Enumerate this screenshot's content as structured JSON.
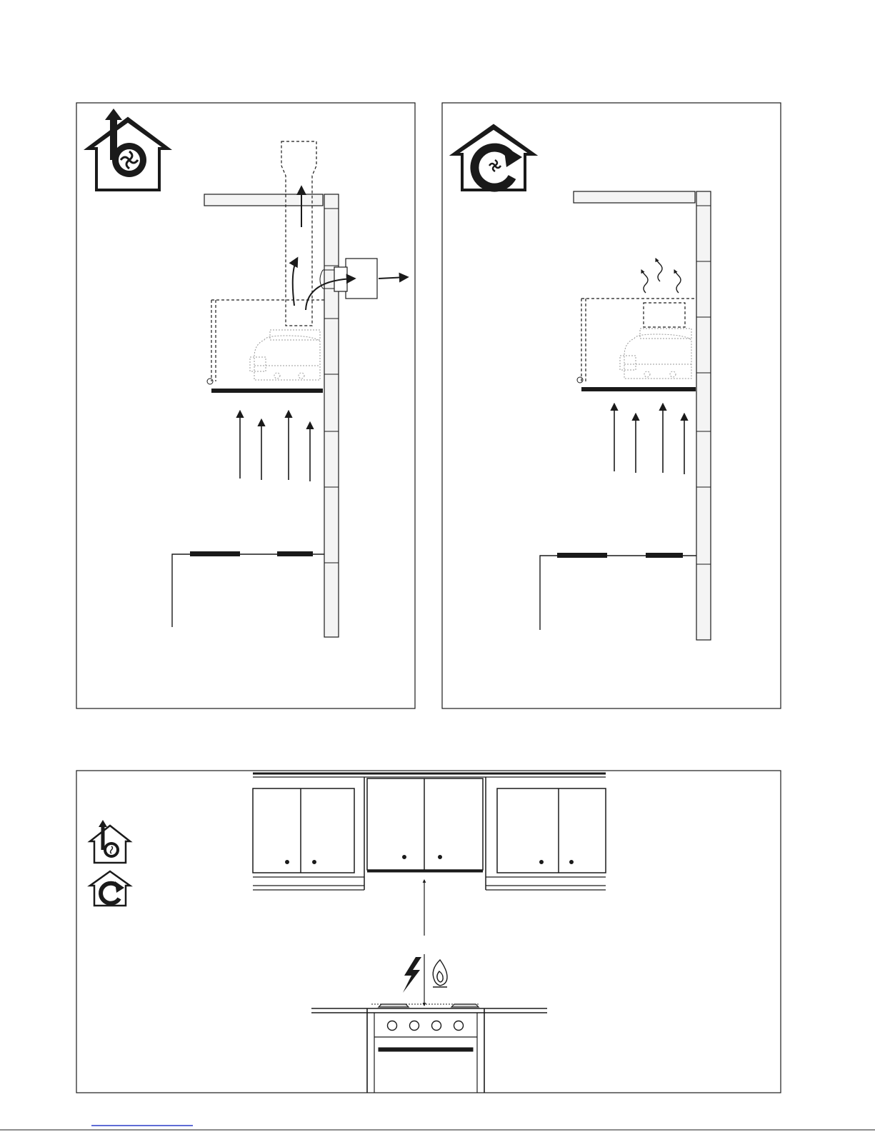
{
  "colors": {
    "stroke": "#1a1a1a",
    "fill_light": "#f4f4f4",
    "link": "#2a3cc8"
  },
  "icons": {
    "ducted": "ducted-exhaust-house-icon",
    "recirculating": "recirculating-house-icon",
    "electric": "electric-lightning-icon",
    "gas": "gas-flame-icon"
  },
  "chart_data": {
    "type": "diagram",
    "panels": [
      {
        "name": "",
        "mode": "ducted",
        "panel_index": 1
      },
      {
        "name": "",
        "mode": "recirculating",
        "panel_index": 2
      },
      {
        "name": "",
        "mode": "cooktop-clearance",
        "panel_index": 3
      }
    ]
  }
}
